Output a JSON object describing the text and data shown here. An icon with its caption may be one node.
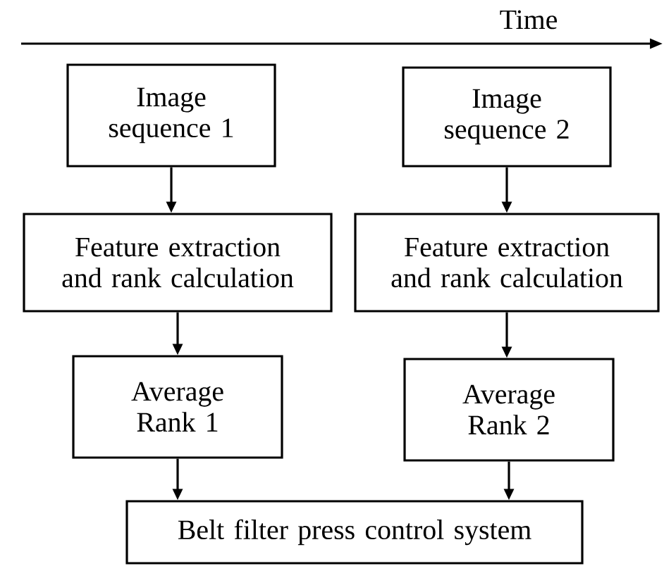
{
  "diagram": {
    "nodes": [
      {
        "text": [
          "Image sequence 1"
        ]
      },
      {
        "text": [
          "Image sequence 2"
        ]
      },
      {
        "text": [
          "Feature extraction and rank calculation"
        ]
      },
      {
        "text": [
          "Feature extraction and rank calculation"
        ]
      },
      {
        "text": [
          "Average Rank 1"
        ]
      },
      {
        "text": [
          "Average Rank 2"
        ]
      },
      {
        "text": [
          "Belt filter press control system"
        ]
      }
    ],
    "edges": [
      {
        "from": 0,
        "to": 2,
        "arrow": "to"
      },
      {
        "from": 1,
        "to": 3,
        "arrow": "to"
      },
      {
        "from": 2,
        "to": 4,
        "arrow": "to"
      },
      {
        "from": 3,
        "to": 5,
        "arrow": "to"
      },
      {
        "from": 4,
        "to": 6,
        "arrow": "to"
      },
      {
        "from": 5,
        "to": 6,
        "arrow": "to"
      }
    ],
    "labels": [
      "Time"
    ]
  }
}
